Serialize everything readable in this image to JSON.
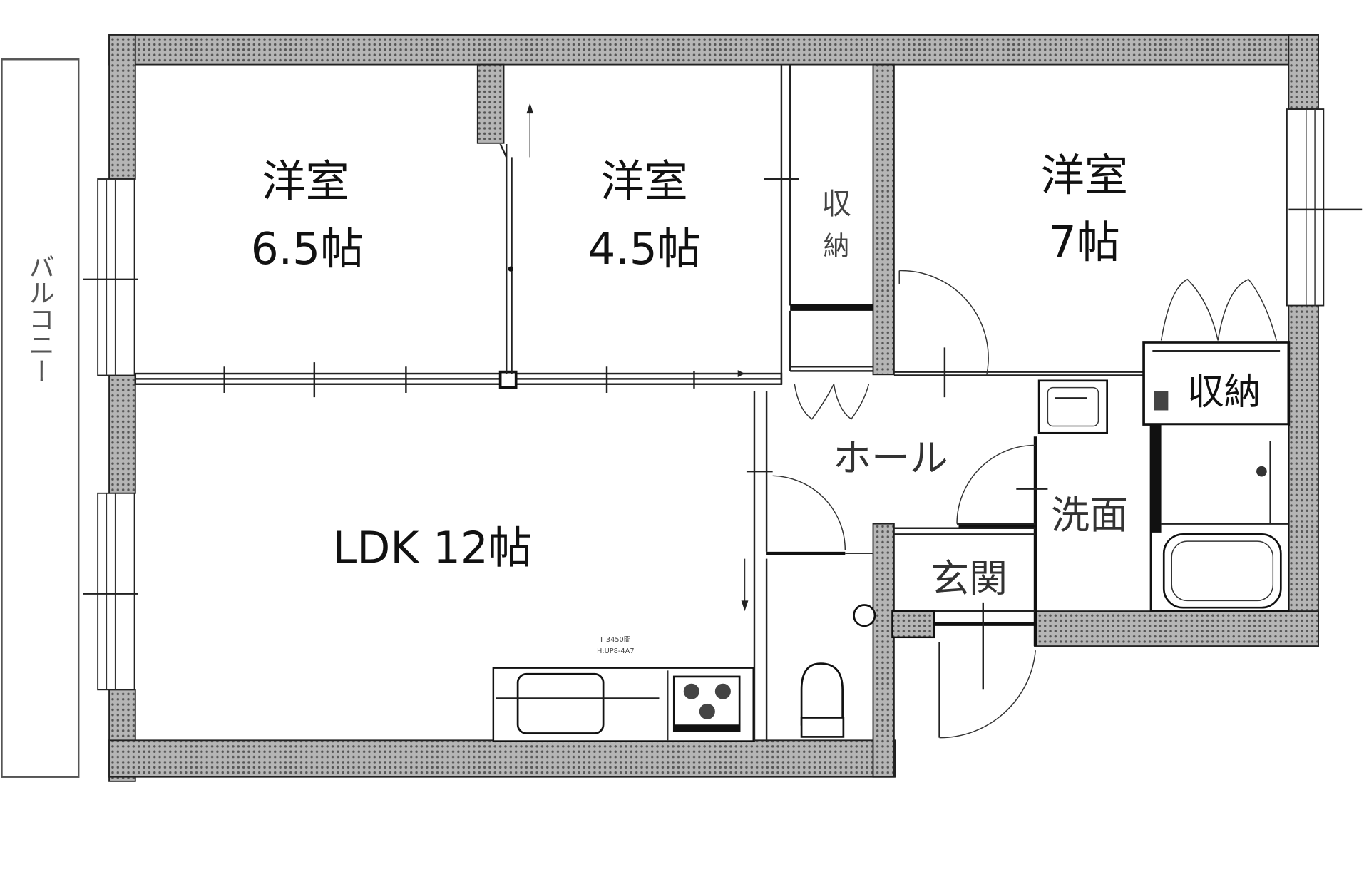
{
  "floor_plan": {
    "rooms": [
      {
        "id": "western-room-1",
        "name": "洋室",
        "size": "6.5帖"
      },
      {
        "id": "western-room-2",
        "name": "洋室",
        "size": "4.5帖"
      },
      {
        "id": "western-room-3",
        "name": "洋室",
        "size": "7帖"
      },
      {
        "id": "ldk",
        "name": "LDK 12帖"
      },
      {
        "id": "hall",
        "name": "ホール"
      },
      {
        "id": "entrance",
        "name": "玄関"
      },
      {
        "id": "washroom",
        "name": "洗面"
      }
    ],
    "storage": [
      {
        "id": "closet-1",
        "line1": "収",
        "line2": "納"
      },
      {
        "id": "closet-2",
        "name": "収納"
      }
    ],
    "balcony": {
      "label": "バルコニー"
    },
    "kitchen_note": {
      "line1": "Ⅱ 3450間",
      "line2": "H:UP8-4A7"
    }
  },
  "colors": {
    "wall_fill": "#9a9a9a",
    "line": "#111111",
    "background": "#ffffff"
  }
}
